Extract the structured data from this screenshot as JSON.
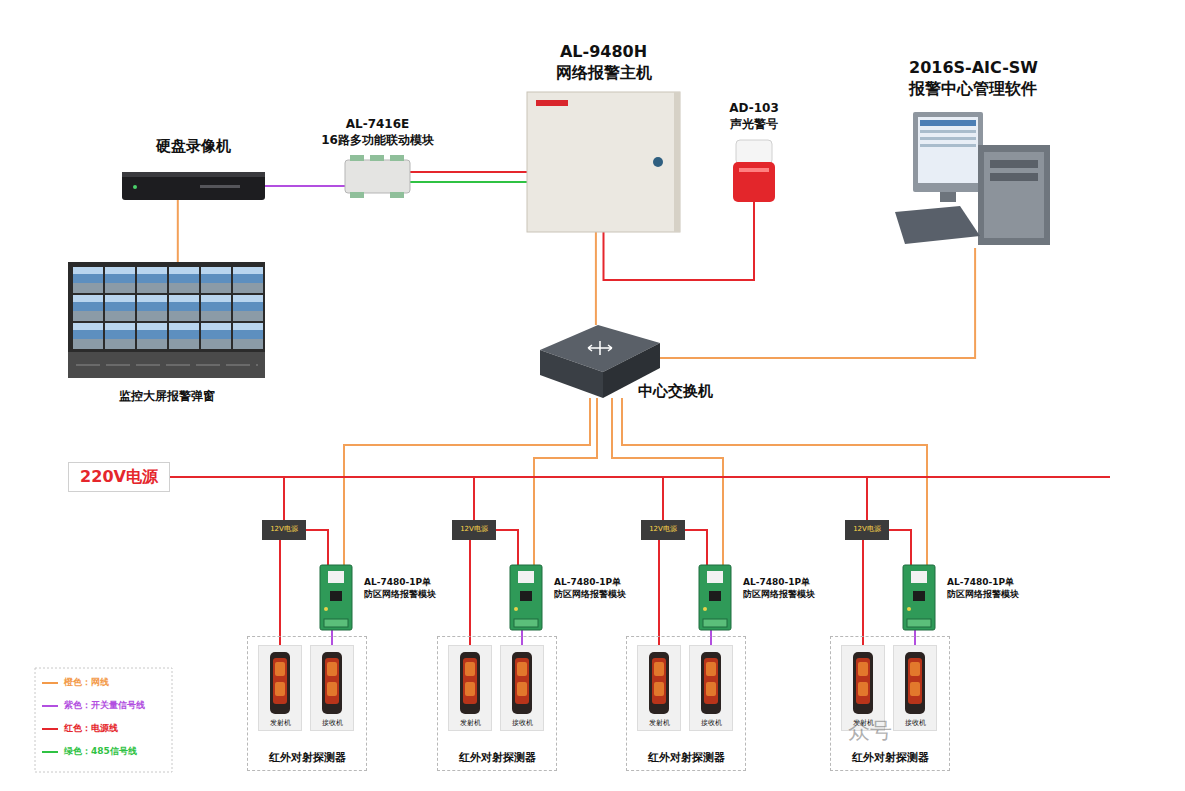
{
  "diagram": {
    "nodes": [
      {
        "text": [
          "AL-9480H",
          "网络报警主机"
        ]
      },
      {
        "text": [
          "2016S-AIC-SW",
          "报警中心管理软件"
        ]
      },
      {
        "text": [
          "硬盘录像机"
        ]
      },
      {
        "text": [
          "AL-7416E",
          "16路多功能联动模块"
        ]
      },
      {
        "text": [
          "AD-103",
          "声光警号"
        ]
      },
      {
        "text": [
          "监控大屏报警弹窗"
        ]
      },
      {
        "text": [
          "中心交换机"
        ]
      },
      {
        "text": [
          "220V电源"
        ]
      },
      {
        "text": [
          "12V电源"
        ]
      },
      {
        "text": [
          "AL-7480-1P单 防区网络报警模块"
        ]
      },
      {
        "text": [
          "红外对射探测器"
        ]
      },
      {
        "text": [
          "发射机"
        ],
        "in": 10
      },
      {
        "text": [
          "接收机"
        ],
        "in": 10
      },
      {
        "text": [
          "12V电源"
        ]
      },
      {
        "text": [
          "AL-7480-1P单 防区网络报警模块"
        ]
      },
      {
        "text": [
          "红外对射探测器"
        ]
      },
      {
        "text": [
          "发射机"
        ],
        "in": 15
      },
      {
        "text": [
          "接收机"
        ],
        "in": 15
      },
      {
        "text": [
          "12V电源"
        ]
      },
      {
        "text": [
          "AL-7480-1P单 防区网络报警模块"
        ]
      },
      {
        "text": [
          "红外对射探测器"
        ]
      },
      {
        "text": [
          "发射机"
        ],
        "in": 20
      },
      {
        "text": [
          "接收机"
        ],
        "in": 20
      },
      {
        "text": [
          "12V电源"
        ]
      },
      {
        "text": [
          "AL-7480-1P单 防区网络报警模块"
        ]
      },
      {
        "text": [
          "红外对射探测器"
        ]
      },
      {
        "text": [
          "发射机"
        ],
        "in": 25
      },
      {
        "text": [
          "接收机"
        ],
        "in": 25
      }
    ],
    "edges": [
      {
        "from": 2,
        "to": 3,
        "arrow": "none"
      },
      {
        "from": 3,
        "to": 0,
        "arrow": "none"
      },
      {
        "from": 3,
        "to": 0,
        "arrow": "none"
      },
      {
        "from": 2,
        "to": 5,
        "arrow": "none"
      },
      {
        "from": 0,
        "to": 4,
        "arrow": "none"
      },
      {
        "from": 0,
        "to": 6,
        "arrow": "none"
      },
      {
        "from": 6,
        "to": 1,
        "arrow": "none"
      },
      {
        "from": 6,
        "to": 9,
        "arrow": "none"
      },
      {
        "from": 7,
        "to": 8,
        "arrow": "none"
      },
      {
        "from": 8,
        "to": 9,
        "arrow": "none"
      },
      {
        "from": 8,
        "to": 11,
        "arrow": "none"
      },
      {
        "from": 9,
        "to": 12,
        "arrow": "none"
      },
      {
        "from": 6,
        "to": 14,
        "arrow": "none"
      },
      {
        "from": 7,
        "to": 13,
        "arrow": "none"
      },
      {
        "from": 13,
        "to": 14,
        "arrow": "none"
      },
      {
        "from": 13,
        "to": 16,
        "arrow": "none"
      },
      {
        "from": 14,
        "to": 17,
        "arrow": "none"
      },
      {
        "from": 6,
        "to": 19,
        "arrow": "none"
      },
      {
        "from": 7,
        "to": 18,
        "arrow": "none"
      },
      {
        "from": 18,
        "to": 19,
        "arrow": "none"
      },
      {
        "from": 18,
        "to": 21,
        "arrow": "none"
      },
      {
        "from": 19,
        "to": 22,
        "arrow": "none"
      },
      {
        "from": 6,
        "to": 24,
        "arrow": "none"
      },
      {
        "from": 7,
        "to": 23,
        "arrow": "none"
      },
      {
        "from": 23,
        "to": 24,
        "arrow": "none"
      },
      {
        "from": 23,
        "to": 26,
        "arrow": "none"
      },
      {
        "from": 24,
        "to": 27,
        "arrow": "none"
      }
    ],
    "labels": [
      "众号"
    ],
    "legend": [
      {
        "text": "橙色：网线",
        "color": "#f39a4a"
      },
      {
        "text": "紫色：开关量信号线",
        "color": "#b24fe0"
      },
      {
        "text": "红色：电源线",
        "color": "#e5262c"
      },
      {
        "text": "绿色：485信号线",
        "color": "#2fc243"
      }
    ]
  }
}
